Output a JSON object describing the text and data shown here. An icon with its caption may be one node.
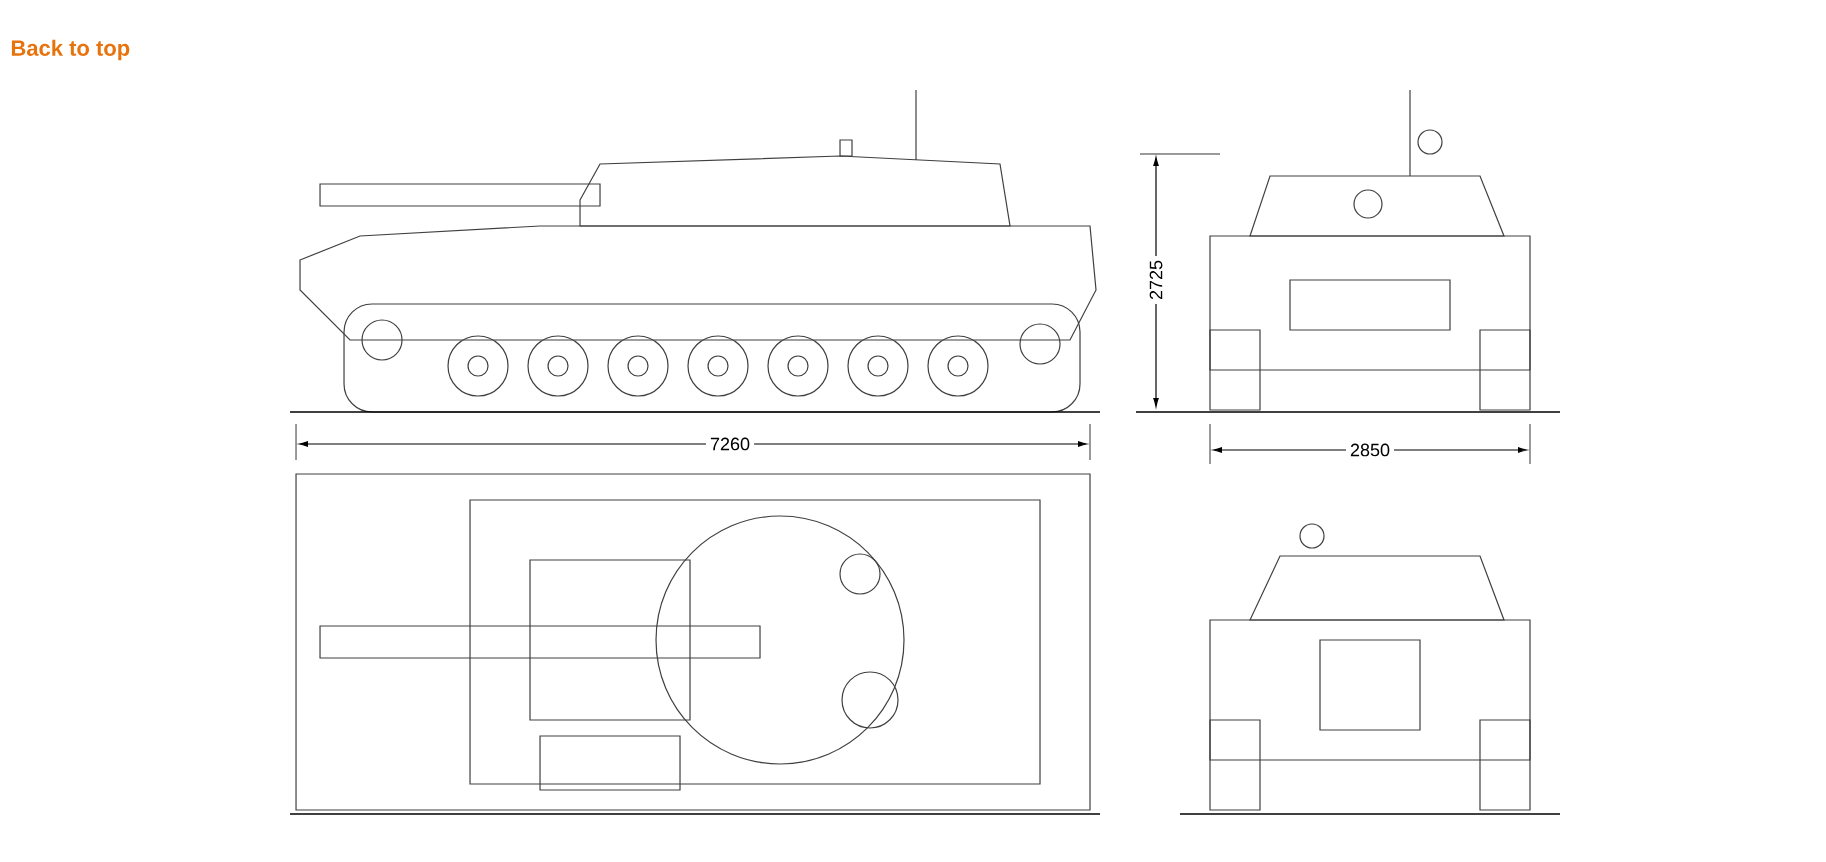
{
  "diagram": {
    "labels": [
      "Back to top",
      "7260",
      "2725",
      "2850"
    ]
  }
}
